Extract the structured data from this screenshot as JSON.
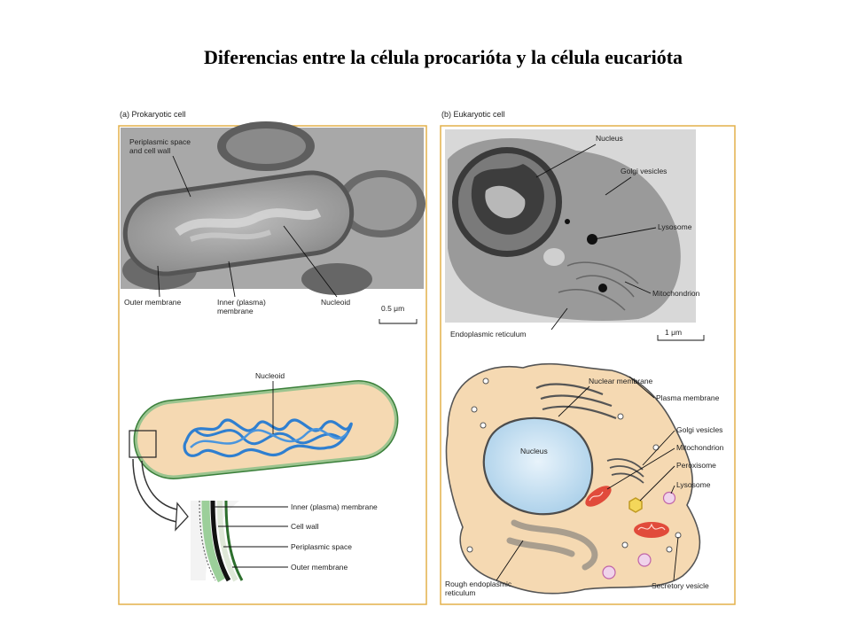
{
  "title": "Diferencias entre la célula procarióta y la célula eucarióta",
  "prokaryotic": {
    "panel_label": "(a) Prokaryotic cell",
    "micrograph_labels": {
      "periplasmic_line1": "Periplasmic space",
      "periplasmic_line2": "and cell wall",
      "outer_membrane": "Outer membrane",
      "inner_line1": "Inner (plasma)",
      "inner_line2": "membrane",
      "nucleoid": "Nucleoid",
      "scale": "0.5 μm"
    },
    "diagram_labels": {
      "nucleoid": "Nucleoid",
      "inner_membrane": "Inner (plasma) membrane",
      "cell_wall": "Cell wall",
      "periplasmic_space": "Periplasmic space",
      "outer_membrane": "Outer membrane"
    }
  },
  "eukaryotic": {
    "panel_label": "(b) Eukaryotic cell",
    "micrograph_labels": {
      "nucleus": "Nucleus",
      "golgi": "Golgi vesicles",
      "lysosome": "Lysosome",
      "mitochondrion": "Mitochondrion",
      "er": "Endoplasmic reticulum",
      "scale": "1 μm"
    },
    "diagram_labels": {
      "nuclear_membrane": "Nuclear membrane",
      "plasma_membrane": "Plasma membrane",
      "golgi": "Golgi vesicles",
      "mitochondrion": "Mitochondrion",
      "peroxisome": "Peroxisome",
      "lysosome": "Lysosome",
      "nucleus": "Nucleus",
      "rough_er_line1": "Rough endoplasmic",
      "rough_er_line2": "reticulum",
      "secretory_vesicle": "Secretory vesicle"
    }
  }
}
